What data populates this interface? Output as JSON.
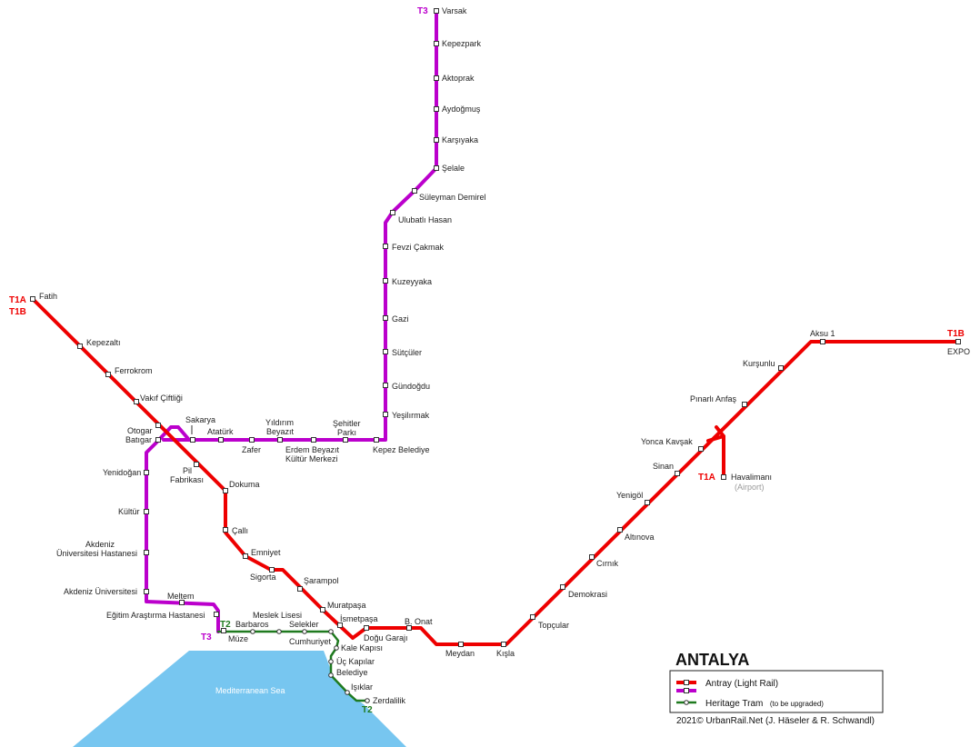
{
  "title": "ANTALYA",
  "colors": {
    "light_rail": "#ee0000",
    "t3": "#bb00cc",
    "heritage": "#1f7a1f",
    "sea": "#77c6f0"
  },
  "sea_label": "Mediterranean Sea",
  "line_tags": {
    "t1a": "T1A",
    "t1b": "T1B",
    "t2": "T2",
    "t3": "T3"
  },
  "legend": {
    "light_rail": "Antray (Light Rail)",
    "heritage": "Heritage Tram",
    "heritage_note": "(to be upgraded)"
  },
  "credit": "2021© UrbanRail.Net (J. Häseler & R. Schwandl)",
  "stations": {
    "varsak": "Varsak",
    "kepezpark": "Kepezpark",
    "aktoprak": "Aktoprak",
    "aydogmus": "Aydoğmuş",
    "karsiyaka": "Karşıyaka",
    "selale": "Şelale",
    "suleyman_demirel": "Süleyman Demirel",
    "ulubatli_hasan": "Ulubatlı Hasan",
    "fevzi_cakmak": "Fevzi Çakmak",
    "kuzeyyaka": "Kuzeyyaka",
    "gazi": "Gazi",
    "sutculer": "Sütçüler",
    "gundogdu": "Gündoğdu",
    "yesilirmak": "Yeşilırmak",
    "kepez_belediye": "Kepez Belediye",
    "sehitler_parki_1": "Şehitler",
    "sehitler_parki_2": "Parkı",
    "erdem_beyazit_1": "Erdem Beyazıt",
    "erdem_beyazit_2": "Kültür Merkezi",
    "yildirim_beyazit_1": "Yıldırım",
    "yildirim_beyazit_2": "Beyazıt",
    "zafer": "Zafer",
    "ataturk": "Atatürk",
    "sakarya": "Sakarya",
    "otogar": "Otogar",
    "batigar": "Batıgar",
    "yenidogan": "Yenidoğan",
    "kultur": "Kültür",
    "akdeniz_hastanesi_1": "Akdeniz",
    "akdeniz_hastanesi_2": "Üniversitesi Hastanesi",
    "akdeniz_universitesi": "Akdeniz Üniversitesi",
    "meltem": "Meltem",
    "egitim_hastanesi": "Eğitim Araştırma Hastanesi",
    "muze": "Müze",
    "fatih": "Fatih",
    "kepezalti": "Kepezaltı",
    "ferrokrom": "Ferrokrom",
    "vakif_ciftligi": "Vakıf Çiftliği",
    "pil_fabrikasi_1": "Pil",
    "pil_fabrikasi_2": "Fabrikası",
    "dokuma": "Dokuma",
    "calli": "Çallı",
    "emniyet": "Emniyet",
    "sigorta": "Sigorta",
    "sarampol": "Şarampol",
    "muratpasa": "Muratpaşa",
    "ismetpasa": "İsmetpaşa",
    "dogu_garaji": "Doğu Garajı",
    "b_onat": "B. Onat",
    "meydan": "Meydan",
    "kisla": "Kışla",
    "topcular": "Topçular",
    "demokrasi": "Demokrasi",
    "cirnik": "Cırnık",
    "altinova": "Altınova",
    "yenigol": "Yenigöl",
    "sinan": "Sinan",
    "yonca_kavsak": "Yonca Kavşak",
    "pinarli_anfas": "Pınarlı Anfaş",
    "kursunlu": "Kurşunlu",
    "aksu_1": "Aksu 1",
    "expo": "EXPO",
    "havalimani": "Havalimanı",
    "havalimani_sub": "(Airport)",
    "barbaros": "Barbaros",
    "meslek_lisesi": "Meslek Lisesi",
    "selekler": "Selekler",
    "cumhuriyet": "Cumhuriyet",
    "kale_kapisi": "Kale Kapısı",
    "uc_kapilar": "Üç Kapılar",
    "belediye": "Belediye",
    "isiklar": "Işıklar",
    "zerdalilik": "Zerdalilik"
  }
}
